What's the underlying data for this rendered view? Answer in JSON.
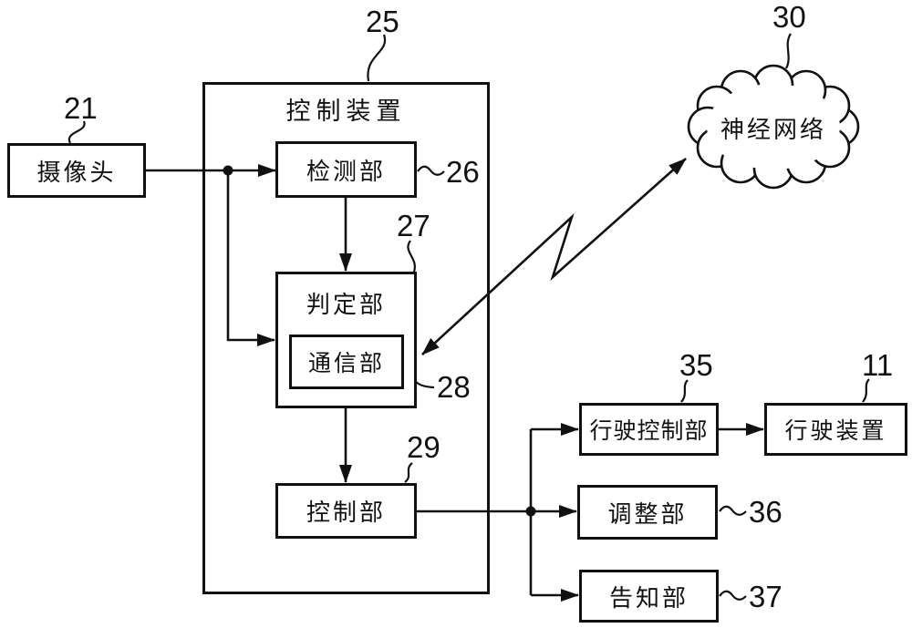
{
  "figure": {
    "colors": {
      "background": "#ffffff",
      "line": "#111111"
    },
    "nodes": {
      "camera": {
        "label": "摄像头",
        "ref": "21"
      },
      "control_device": {
        "label": "控制装置",
        "ref": "25"
      },
      "detection": {
        "label": "检测部",
        "ref": "26"
      },
      "determination": {
        "label": "判定部",
        "ref": "27"
      },
      "communication": {
        "label": "通信部",
        "ref": "28"
      },
      "control": {
        "label": "控制部",
        "ref": "29"
      },
      "neural_network": {
        "label": "神经网络",
        "ref": "30"
      },
      "travel_control": {
        "label": "行驶控制部",
        "ref": "35"
      },
      "travel_device": {
        "label": "行驶装置",
        "ref": "11"
      },
      "adjustment": {
        "label": "调整部",
        "ref": "36"
      },
      "notification": {
        "label": "告知部",
        "ref": "37"
      }
    }
  }
}
